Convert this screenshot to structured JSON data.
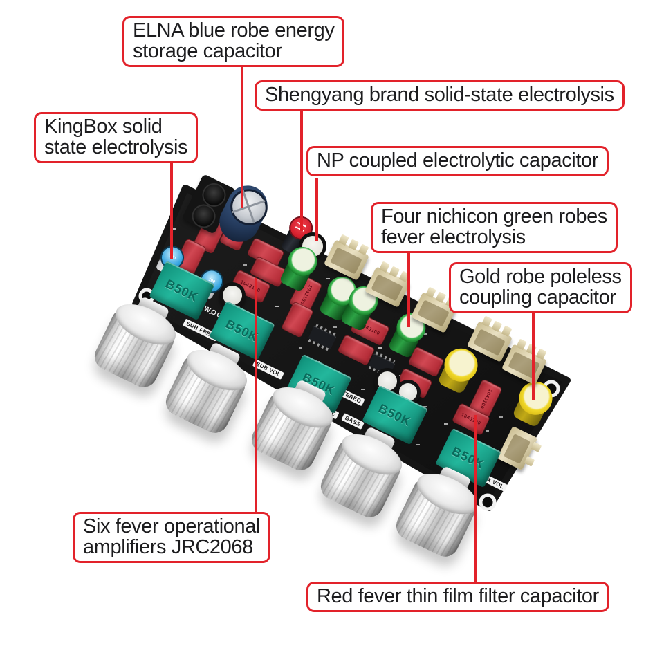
{
  "image_type": "annotated product photo of audio preamplifier PCB",
  "accent_red": "#e2222a",
  "callouts": [
    {
      "id": "elna",
      "line1": "ELNA blue robe energy",
      "line2": "storage capacitor"
    },
    {
      "id": "shengyang",
      "line1": "Shengyang brand solid-state electrolysis",
      "line2": ""
    },
    {
      "id": "kingbox",
      "line1": "KingBox solid",
      "line2": "state electrolysis"
    },
    {
      "id": "np",
      "line1": "NP coupled electrolytic capacitor",
      "line2": ""
    },
    {
      "id": "nichicon",
      "line1": "Four nichicon green robes",
      "line2": "fever electrolysis"
    },
    {
      "id": "gold",
      "line1": "Gold robe poleless",
      "line2": "coupling capacitor"
    },
    {
      "id": "opamp",
      "line1": "Six fever operational",
      "line2": "amplifiers JRC2068"
    },
    {
      "id": "film",
      "line1": "Red fever thin film filter capacitor",
      "line2": ""
    }
  ],
  "board": {
    "pot_value": "B50K",
    "film_cap_value": "104J100",
    "trim_cap_value": "100",
    "silkscreen": {
      "subwoofer": "SUBWOOFER",
      "sub_freq": "SUB FREQ",
      "sub_vol": "SUB VOL",
      "stereo": "STEREO",
      "tre": "TRE",
      "bass": "BASS",
      "aux_vol": "AUX VOL"
    },
    "colors": {
      "pcb": "#161616",
      "pot_teal": "#17a28b",
      "film_cap_red": "#c63642",
      "gold_cap_yellow": "#eed728",
      "green_cap": "#1f8f35",
      "elna_blue": "#2c4666",
      "trim_blue": "#35a7e0",
      "connector_beige": "#d9cda4",
      "knob_silver": "#d9d9d9"
    }
  }
}
